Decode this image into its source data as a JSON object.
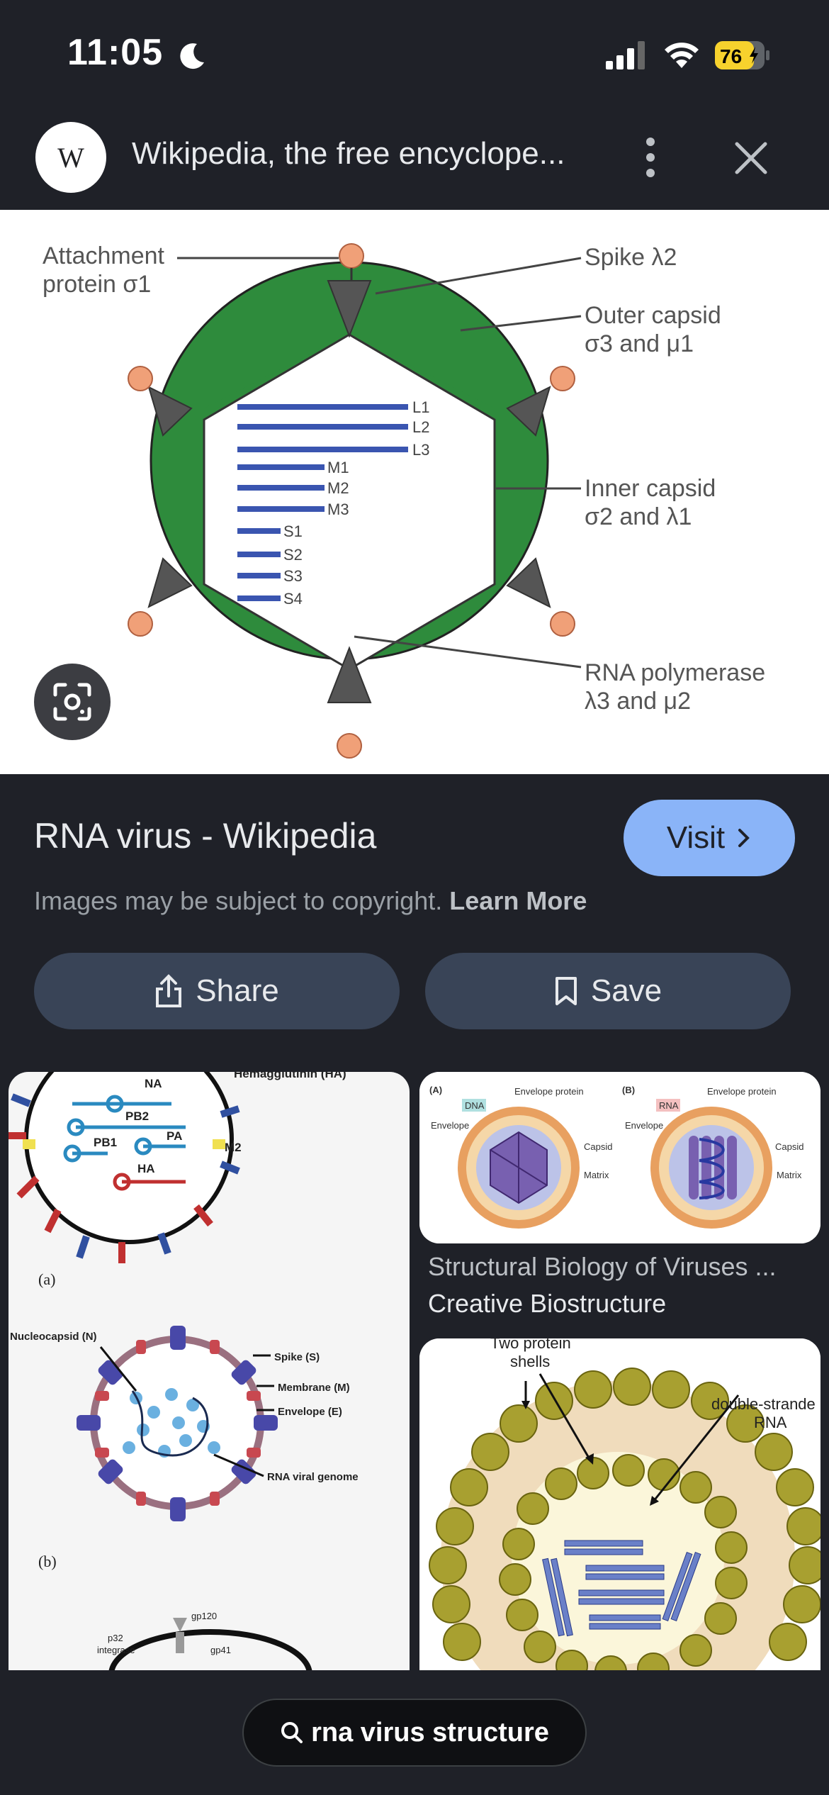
{
  "status_bar": {
    "time": "11:05",
    "battery": "76"
  },
  "header": {
    "logo": "W",
    "title": "Wikipedia, the free encyclope..."
  },
  "diagram": {
    "labels": {
      "attachment": [
        "Attachment",
        "protein σ1"
      ],
      "spike": "Spike λ2",
      "outer": [
        "Outer capsid",
        "σ3 and μ1"
      ],
      "inner": [
        "Inner capsid",
        "σ2 and λ1"
      ],
      "polymerase": [
        "RNA polymerase",
        "λ3 and μ2"
      ]
    },
    "segments": [
      "L1",
      "L2",
      "L3",
      "M1",
      "M2",
      "M3",
      "S1",
      "S2",
      "S3",
      "S4"
    ]
  },
  "result": {
    "title": "RNA virus - Wikipedia",
    "visit_label": "Visit",
    "copyright_text": "Images may be subject to copyright.",
    "learn_more": "Learn More",
    "share_label": "Share",
    "save_label": "Save"
  },
  "related": [
    {
      "labels": {
        "ha_top": "Hemagglutinin (HA)",
        "na": "NA",
        "pb2": "PB2",
        "pb1": "PB1",
        "pa": "PA",
        "m2": "M2",
        "ha": "HA",
        "a": "(a)",
        "b": "(b)",
        "nucleocapsid": "Nucleocapsid (N)",
        "spike": "Spike (S)",
        "membrane": "Membrane (M)",
        "envelope": "Envelope (E)",
        "genome": "RNA viral genome",
        "gp120": "gp120",
        "p32": "p32",
        "integrase": "integrase",
        "gp41": "gp41"
      }
    },
    {
      "title": "Structural Biology of Viruses ...",
      "source": "Creative Biostructure",
      "labels": {
        "a": "(A)",
        "b": "(B)",
        "dna": "DNA",
        "rna": "RNA",
        "envelope_protein": "Envelope protein",
        "envelope": "Envelope",
        "capsid": "Capsid",
        "matrix": "Matrix"
      }
    },
    {
      "labels": {
        "shells": [
          "Two protein",
          "shells"
        ],
        "rna": [
          "double-strande",
          "RNA"
        ]
      }
    }
  ],
  "search": {
    "query": "rna virus structure"
  }
}
